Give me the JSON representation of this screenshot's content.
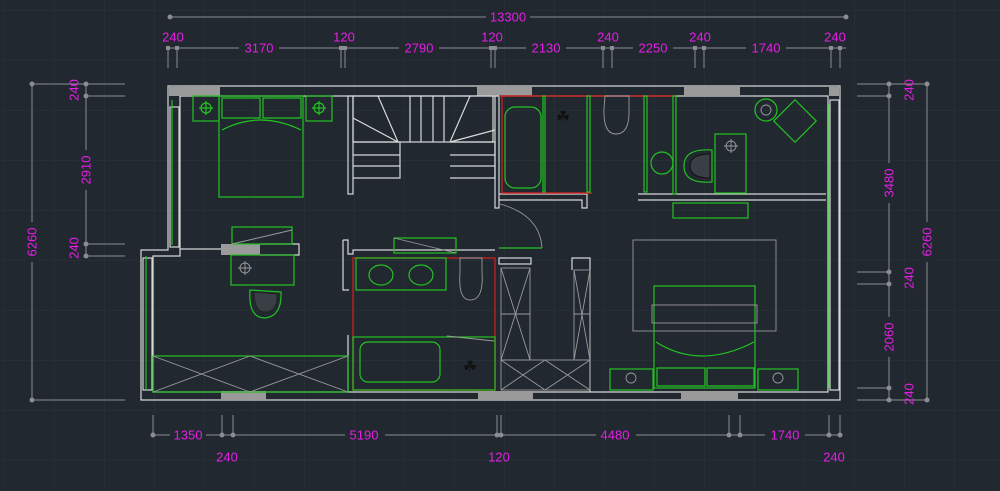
{
  "drawing": {
    "colors": {
      "background": "#212830",
      "dimension_text": "#e61ee6",
      "wall": "#d8d8d8",
      "furniture": "#22c322",
      "wet_area": "#c02020"
    },
    "top_dims": {
      "overall": "13300",
      "segments": [
        "3170",
        "2790",
        "2130",
        "2250",
        "1740"
      ],
      "walls": [
        "240",
        "120",
        "120",
        "240",
        "240",
        "240"
      ]
    },
    "left_dims": {
      "overall": "6260",
      "segments": [
        "240",
        "2910",
        "240"
      ]
    },
    "right_dims": {
      "overall": "6260",
      "segments": [
        "240",
        "3480",
        "240",
        "2060",
        "240"
      ]
    },
    "bottom_dims": {
      "segments": [
        "1350",
        "5190",
        "4480",
        "1740"
      ],
      "walls": [
        "240",
        "120",
        "240"
      ]
    }
  }
}
